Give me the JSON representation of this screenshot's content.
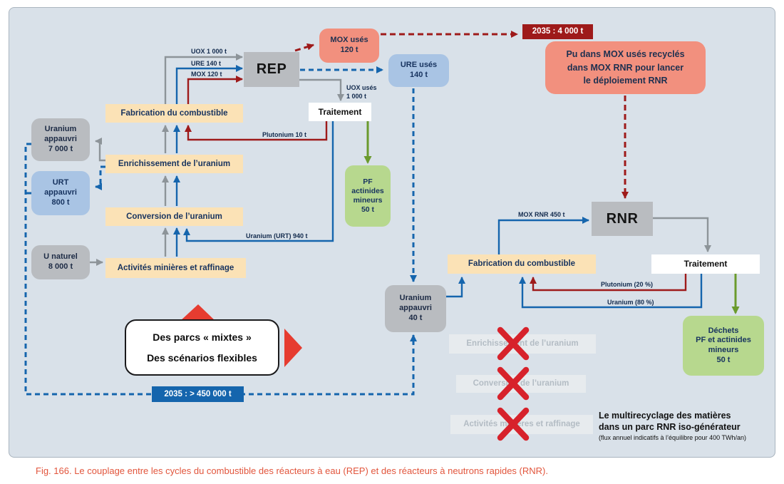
{
  "figure": {
    "caption": "Fig. 166. Le couplage entre les cycles du combustible des réacteurs à eau (REP) et des réacteurs à neutrons rapides (RNR)."
  },
  "rep": {
    "reactor_label": "REP",
    "fabrication": "Fabrication du combustible",
    "enrichissement": "Enrichissement de l’uranium",
    "conversion": "Conversion de l’uranium",
    "mines": "Activités minières et raffinage",
    "traitement": "Traitement",
    "uranium_appauvri": "Uranium\nappauvri\n7 000 t",
    "urt_appauvri": "URT\nappauvri\n800 t",
    "u_naturel": "U naturel\n8 000 t",
    "pf_actinides": "PF\nactinides\nmineurs\n50 t",
    "mox_uses": "MOX usés\n120 t",
    "ure_uses": "URE usés\n140 t"
  },
  "rnr": {
    "reactor_label": "RNR",
    "fabrication": "Fabrication du combustible",
    "traitement": "Traitement",
    "uranium_appauvri_40": "Uranium\nappauvri\n40 t",
    "dechets": "Déchets\nPF et actinides\nmineurs\n50 t",
    "enrichissement_disabled": "Enrichissement de l’uranium",
    "conversion_disabled": "Conversion de l’uranium",
    "mines_disabled": "Activités minières et raffinage"
  },
  "flows": {
    "uox": "UOX 1 000 t",
    "ure": "URE 140 t",
    "mox": "MOX 120 t",
    "uox_uses": "UOX usés\n1 000 t",
    "plutonium_10": "Plutonium 10 t",
    "uranium_urt_940": "Uranium (URT) 940 t",
    "mox_rnr_450": "MOX RNR 450 t",
    "plutonium_20": "Plutonium (20 %)",
    "uranium_80": "Uranium (80 %)"
  },
  "callouts": {
    "mox_2035": "2035 : 4 000 t",
    "u_2035": "2035 : > 450 000 t",
    "pu_note": "Pu dans MOX usés recyclés\ndans MOX RNR pour lancer\nle déploiement RNR",
    "parcs_line1": "Des parcs « mixtes »",
    "parcs_line2": "Des scénarios flexibles",
    "note_line1": "Le multirecyclage des matières",
    "note_line2": "dans un parc RNR iso-générateur",
    "note_line3": "(flux annuel indicatifs à l’équilibre pour 400 TWh/an)"
  },
  "colors": {
    "panel_bg": "#d9e1e9",
    "process_box": "#fbe2b6",
    "gray_box": "#b9bcc0",
    "blue_box": "#a9c4e4",
    "salmon_box": "#f2907e",
    "green_box": "#b7d88e",
    "blue_flow": "#1565ad",
    "dark_red_flow": "#9e1a1a",
    "gray_flow": "#8d9499",
    "green_flow": "#6a9a2d",
    "cancel_red": "#d7222b",
    "caption_color": "#e2553c"
  }
}
